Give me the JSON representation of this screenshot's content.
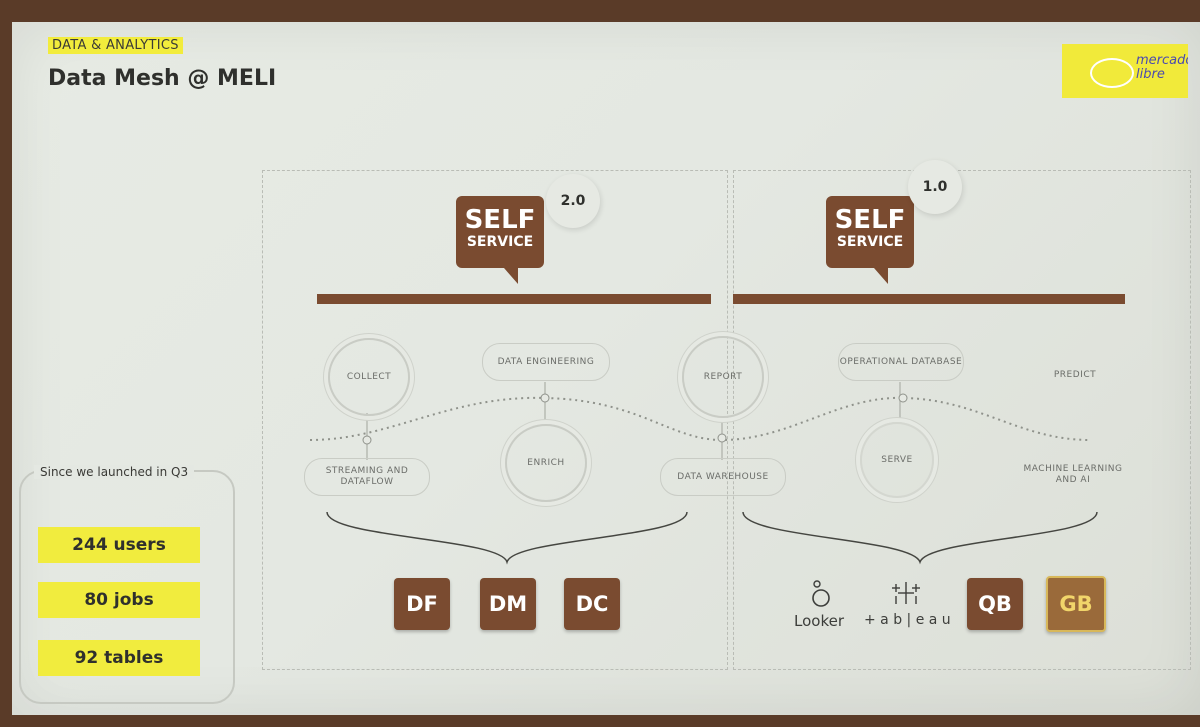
{
  "header": {
    "section_tag": "DATA & ANALYTICS",
    "title": "Data Mesh @ MELI",
    "logo_text": "mercado libre"
  },
  "self_service_v2": {
    "line1": "SELF",
    "line2": "SERVICE",
    "version": "2.0"
  },
  "self_service_v1": {
    "line1": "SELF",
    "line2": "SERVICE",
    "version": "1.0"
  },
  "nodes": {
    "collect": "COLLECT",
    "data_engineering": "DATA ENGINEERING",
    "report": "REPORT",
    "operational_database": "OPERATIONAL DATABASE",
    "predict": "PREDICT",
    "streaming": "STREAMING AND DATAFLOW",
    "enrich": "ENRICH",
    "data_warehouse": "DATA WAREHOUSE",
    "serve": "SERVE",
    "machine_learning": "MACHINE LEARNING AND AI"
  },
  "tools_v2": [
    "DF",
    "DM",
    "DC"
  ],
  "tools_v1": {
    "looker": "Looker",
    "tableau": "+ a b | e a u",
    "qb": "QB",
    "gb": "GB"
  },
  "stats": {
    "heading": "Since we launched in Q3",
    "items": [
      "244 users",
      "80 jobs",
      "92 tables"
    ]
  },
  "colors": {
    "brown": "#7a4b30",
    "yellow": "#f1ec3e",
    "slide_bg": "#e4e8e2"
  }
}
